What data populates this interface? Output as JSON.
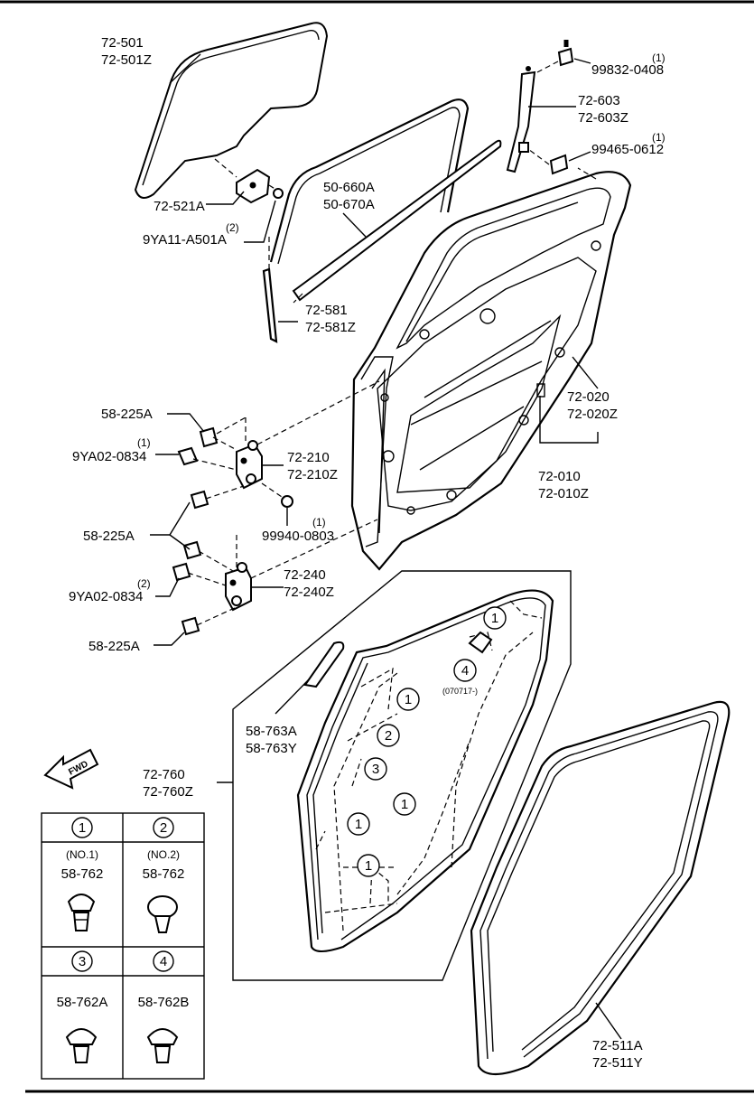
{
  "callouts": [
    {
      "lines": [
        "72-501",
        "72-501Z"
      ]
    },
    {
      "lines": [
        "72-521A"
      ]
    },
    {
      "qty": "(2)",
      "lines": [
        "9YA11-A501A"
      ]
    },
    {
      "lines": [
        "50-660A",
        "50-670A"
      ]
    },
    {
      "lines": [
        "72-581",
        "72-581Z"
      ]
    },
    {
      "qty": "(1)",
      "lines": [
        "99832-0408"
      ]
    },
    {
      "lines": [
        "72-603",
        "72-603Z"
      ]
    },
    {
      "qty": "(1)",
      "lines": [
        "99465-0612"
      ]
    },
    {
      "lines": [
        "72-020",
        "72-020Z"
      ]
    },
    {
      "lines": [
        "72-010",
        "72-010Z"
      ]
    },
    {
      "lines": [
        "58-225A"
      ]
    },
    {
      "qty": "(1)",
      "lines": [
        "9YA02-0834"
      ]
    },
    {
      "lines": [
        "72-210",
        "72-210Z"
      ]
    },
    {
      "lines": [
        "58-225A"
      ]
    },
    {
      "qty": "(1)",
      "lines": [
        "99940-0803"
      ]
    },
    {
      "qty": "(2)",
      "lines": [
        "9YA02-0834"
      ]
    },
    {
      "lines": [
        "72-240",
        "72-240Z"
      ]
    },
    {
      "lines": [
        "58-225A"
      ]
    },
    {
      "lines": [
        "58-763A",
        "58-763Y"
      ]
    },
    {
      "lines": [
        "72-760",
        "72-760Z"
      ]
    },
    {
      "lines": [
        "72-511A",
        "72-511Y"
      ]
    }
  ],
  "panel_markers": [
    "1",
    "1",
    "2",
    "3",
    "1",
    "1",
    "1",
    "4"
  ],
  "marker_4_note": "(070717-)",
  "fwd_label": "FWD",
  "legend": [
    {
      "num": "1",
      "note": "(NO.1)",
      "part": "58-762"
    },
    {
      "num": "2",
      "note": "(NO.2)",
      "part": "58-762"
    },
    {
      "num": "3",
      "note": "",
      "part": "58-762A"
    },
    {
      "num": "4",
      "note": "",
      "part": "58-762B"
    }
  ]
}
